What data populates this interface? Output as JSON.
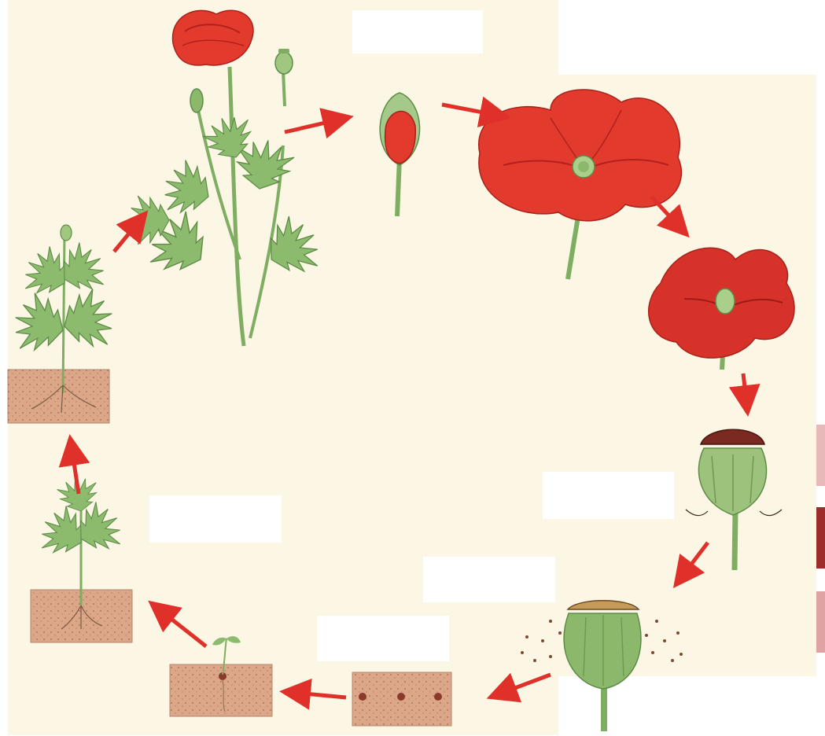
{
  "diagram": {
    "stages": [
      {
        "id": "mature-plant"
      },
      {
        "id": "flower-bud"
      },
      {
        "id": "open-flower"
      },
      {
        "id": "petal-drop"
      },
      {
        "id": "seed-capsule"
      },
      {
        "id": "seed-dispersal"
      },
      {
        "id": "seeds-in-soil"
      },
      {
        "id": "germination"
      },
      {
        "id": "seedling"
      },
      {
        "id": "young-plant"
      }
    ],
    "label_boxes": {
      "top": "",
      "left": "",
      "right": "",
      "middle": "",
      "bottom": ""
    }
  },
  "colors": {
    "background": "#fbf7e4",
    "petal": "#e23a2d",
    "petal_dark": "#b3201c",
    "stem": "#7fae63",
    "leaf": "#8dbb6e",
    "soil": "#d9a283",
    "arrow": "#e0302a",
    "capsule": "#8cb86c"
  }
}
